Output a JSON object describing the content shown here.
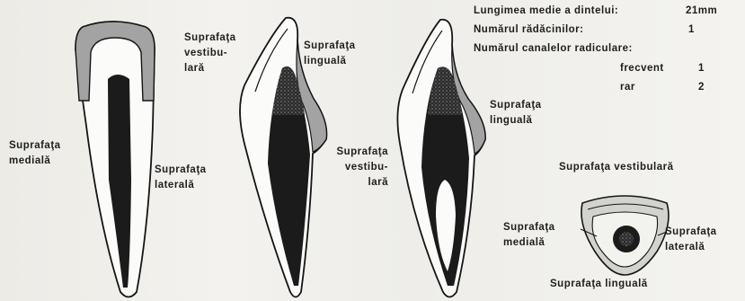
{
  "labels": {
    "medial_front": {
      "l1": "Suprafaţa",
      "l2": "medială"
    },
    "lateral_front": {
      "l1": "Suprafaţa",
      "l2": "laterală"
    },
    "vestibular_mid": {
      "l1": "Suprafaţa",
      "l2": "vestibu-",
      "l3": "lară"
    },
    "lingual_mid": {
      "l1": "Suprafaţa",
      "l2": "linguală"
    },
    "vestibular_right": {
      "l1": "Suprafaţa",
      "l2": "vestibu-",
      "l3": "lară"
    },
    "lingual_right": {
      "l1": "Suprafaţa",
      "l2": "linguală"
    },
    "cross_vestibular": "Suprafaţa vestibulară",
    "cross_medial": {
      "l1": "Suprafaţa",
      "l2": "medială"
    },
    "cross_lateral": {
      "l1": "Suprafaţa",
      "l2": "laterală"
    },
    "cross_lingual": "Suprafaţa linguală"
  },
  "info": {
    "length_label": "Lungimea medie a dintelui:",
    "length_value": "21mm",
    "roots_label": "Numărul rădăcinilor:",
    "roots_value": "1",
    "canals_label": "Numărul canalelor radiculare:",
    "frequent_label": "frecvent",
    "frequent_value": "1",
    "rare_label": "rar",
    "rare_value": "2"
  },
  "colors": {
    "outline": "#151515",
    "enamel": "#a3a3a3",
    "dentin": "#fbfbf9",
    "pulp": "#1b1b1b"
  }
}
